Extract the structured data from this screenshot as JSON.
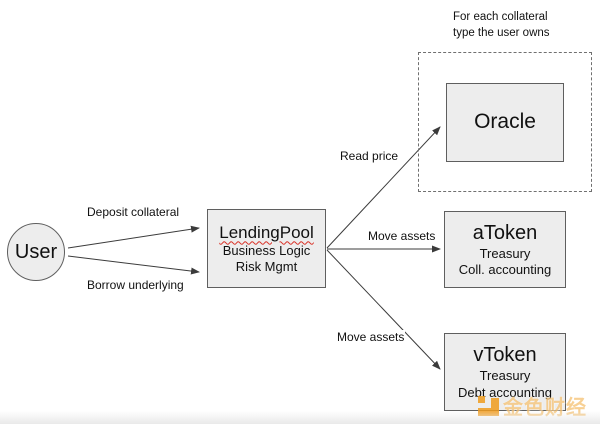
{
  "note": {
    "line1": "For each collateral",
    "line2": "type the user owns"
  },
  "nodes": {
    "user": {
      "label": "User"
    },
    "lending_pool": {
      "title": "LendingPool",
      "line2": "Business Logic",
      "line3": "Risk Mgmt"
    },
    "oracle": {
      "label": "Oracle"
    },
    "atoken": {
      "title": "aToken",
      "line2": "Treasury",
      "line3": "Coll. accounting"
    },
    "vtoken": {
      "title": "vToken",
      "line2": "Treasury",
      "line3": "Debt accounting"
    }
  },
  "edges": {
    "deposit": "Deposit collateral",
    "borrow": "Borrow underlying",
    "read_price": "Read price",
    "move_assets_atoken": "Move assets",
    "move_assets_vtoken": "Move assets"
  },
  "watermark": {
    "text": "金色财经",
    "color": "#f09c1e"
  },
  "colors": {
    "box_fill": "#ededed",
    "box_border": "#5f5f5f",
    "arrow": "#3b3b3b",
    "dashed_border": "#707070",
    "spellcheck_squiggle": "#d93025"
  }
}
